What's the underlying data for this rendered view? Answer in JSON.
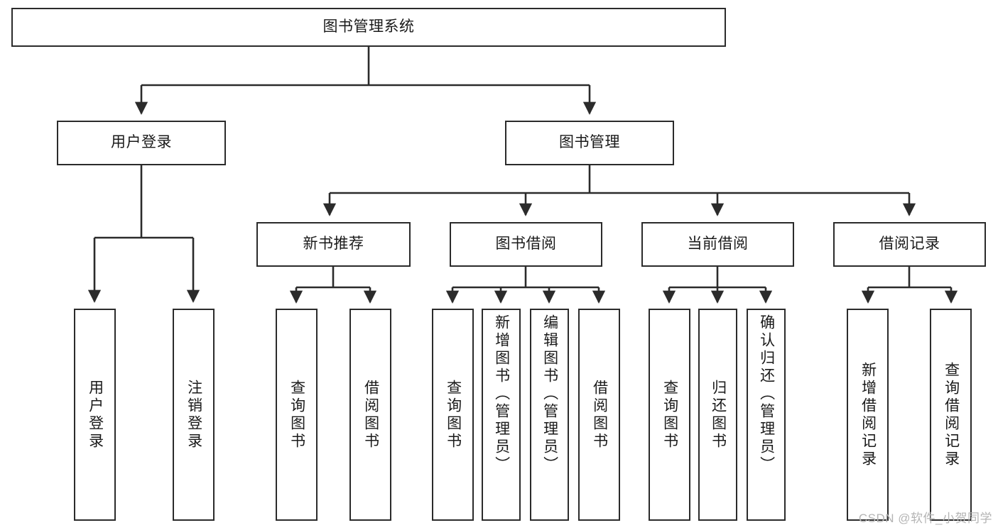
{
  "diagram": {
    "title": "图书管理系统",
    "type": "tree-hierarchy",
    "watermark": "CSDN @软件_小贺同学",
    "colors": {
      "background": "#ffffff",
      "border": "#2b2b2b",
      "text": "#1a1a1a",
      "connector": "#2b2b2b",
      "watermark": "#b4b4b4"
    },
    "nodes": {
      "root": {
        "label": "图书管理系统"
      },
      "level2": [
        {
          "label": "用户登录"
        },
        {
          "label": "图书管理"
        }
      ],
      "level3": [
        {
          "label": "新书推荐"
        },
        {
          "label": "图书借阅"
        },
        {
          "label": "当前借阅"
        },
        {
          "label": "借阅记录"
        }
      ],
      "leaves": {
        "user_login": [
          {
            "label": "用户登录"
          },
          {
            "label": "注销登录"
          }
        ],
        "new_book": [
          {
            "label": "查询图书"
          },
          {
            "label": "借阅图书"
          }
        ],
        "book_borrow": [
          {
            "label": "查询图书"
          },
          {
            "label": "新增图书（管理员）"
          },
          {
            "label": "编辑图书（管理员）"
          },
          {
            "label": "借阅图书"
          }
        ],
        "current_borrow": [
          {
            "label": "查询图书"
          },
          {
            "label": "归还图书"
          },
          {
            "label": "确认归还（管理员）"
          }
        ],
        "borrow_record": [
          {
            "label": "新增借阅记录"
          },
          {
            "label": "查询借阅记录"
          }
        ]
      }
    }
  }
}
